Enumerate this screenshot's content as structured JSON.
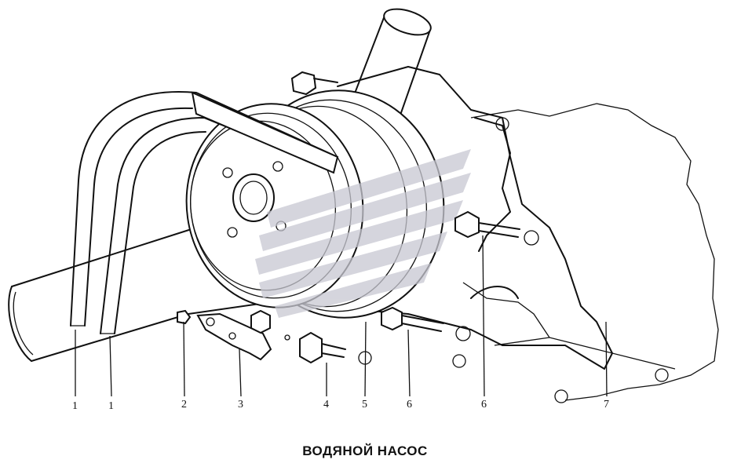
{
  "caption": "ВОДЯНОЙ НАСОС",
  "callouts": [
    {
      "id": "1a",
      "label": "1"
    },
    {
      "id": "1b",
      "label": "1"
    },
    {
      "id": "2",
      "label": "2"
    },
    {
      "id": "3",
      "label": "3"
    },
    {
      "id": "4",
      "label": "4"
    },
    {
      "id": "5",
      "label": "5"
    },
    {
      "id": "6a",
      "label": "6"
    },
    {
      "id": "6b",
      "label": "6"
    },
    {
      "id": "7",
      "label": "7"
    }
  ],
  "colors": {
    "line": "#111111",
    "watermark": "#c8c8d2",
    "background": "#ffffff"
  }
}
